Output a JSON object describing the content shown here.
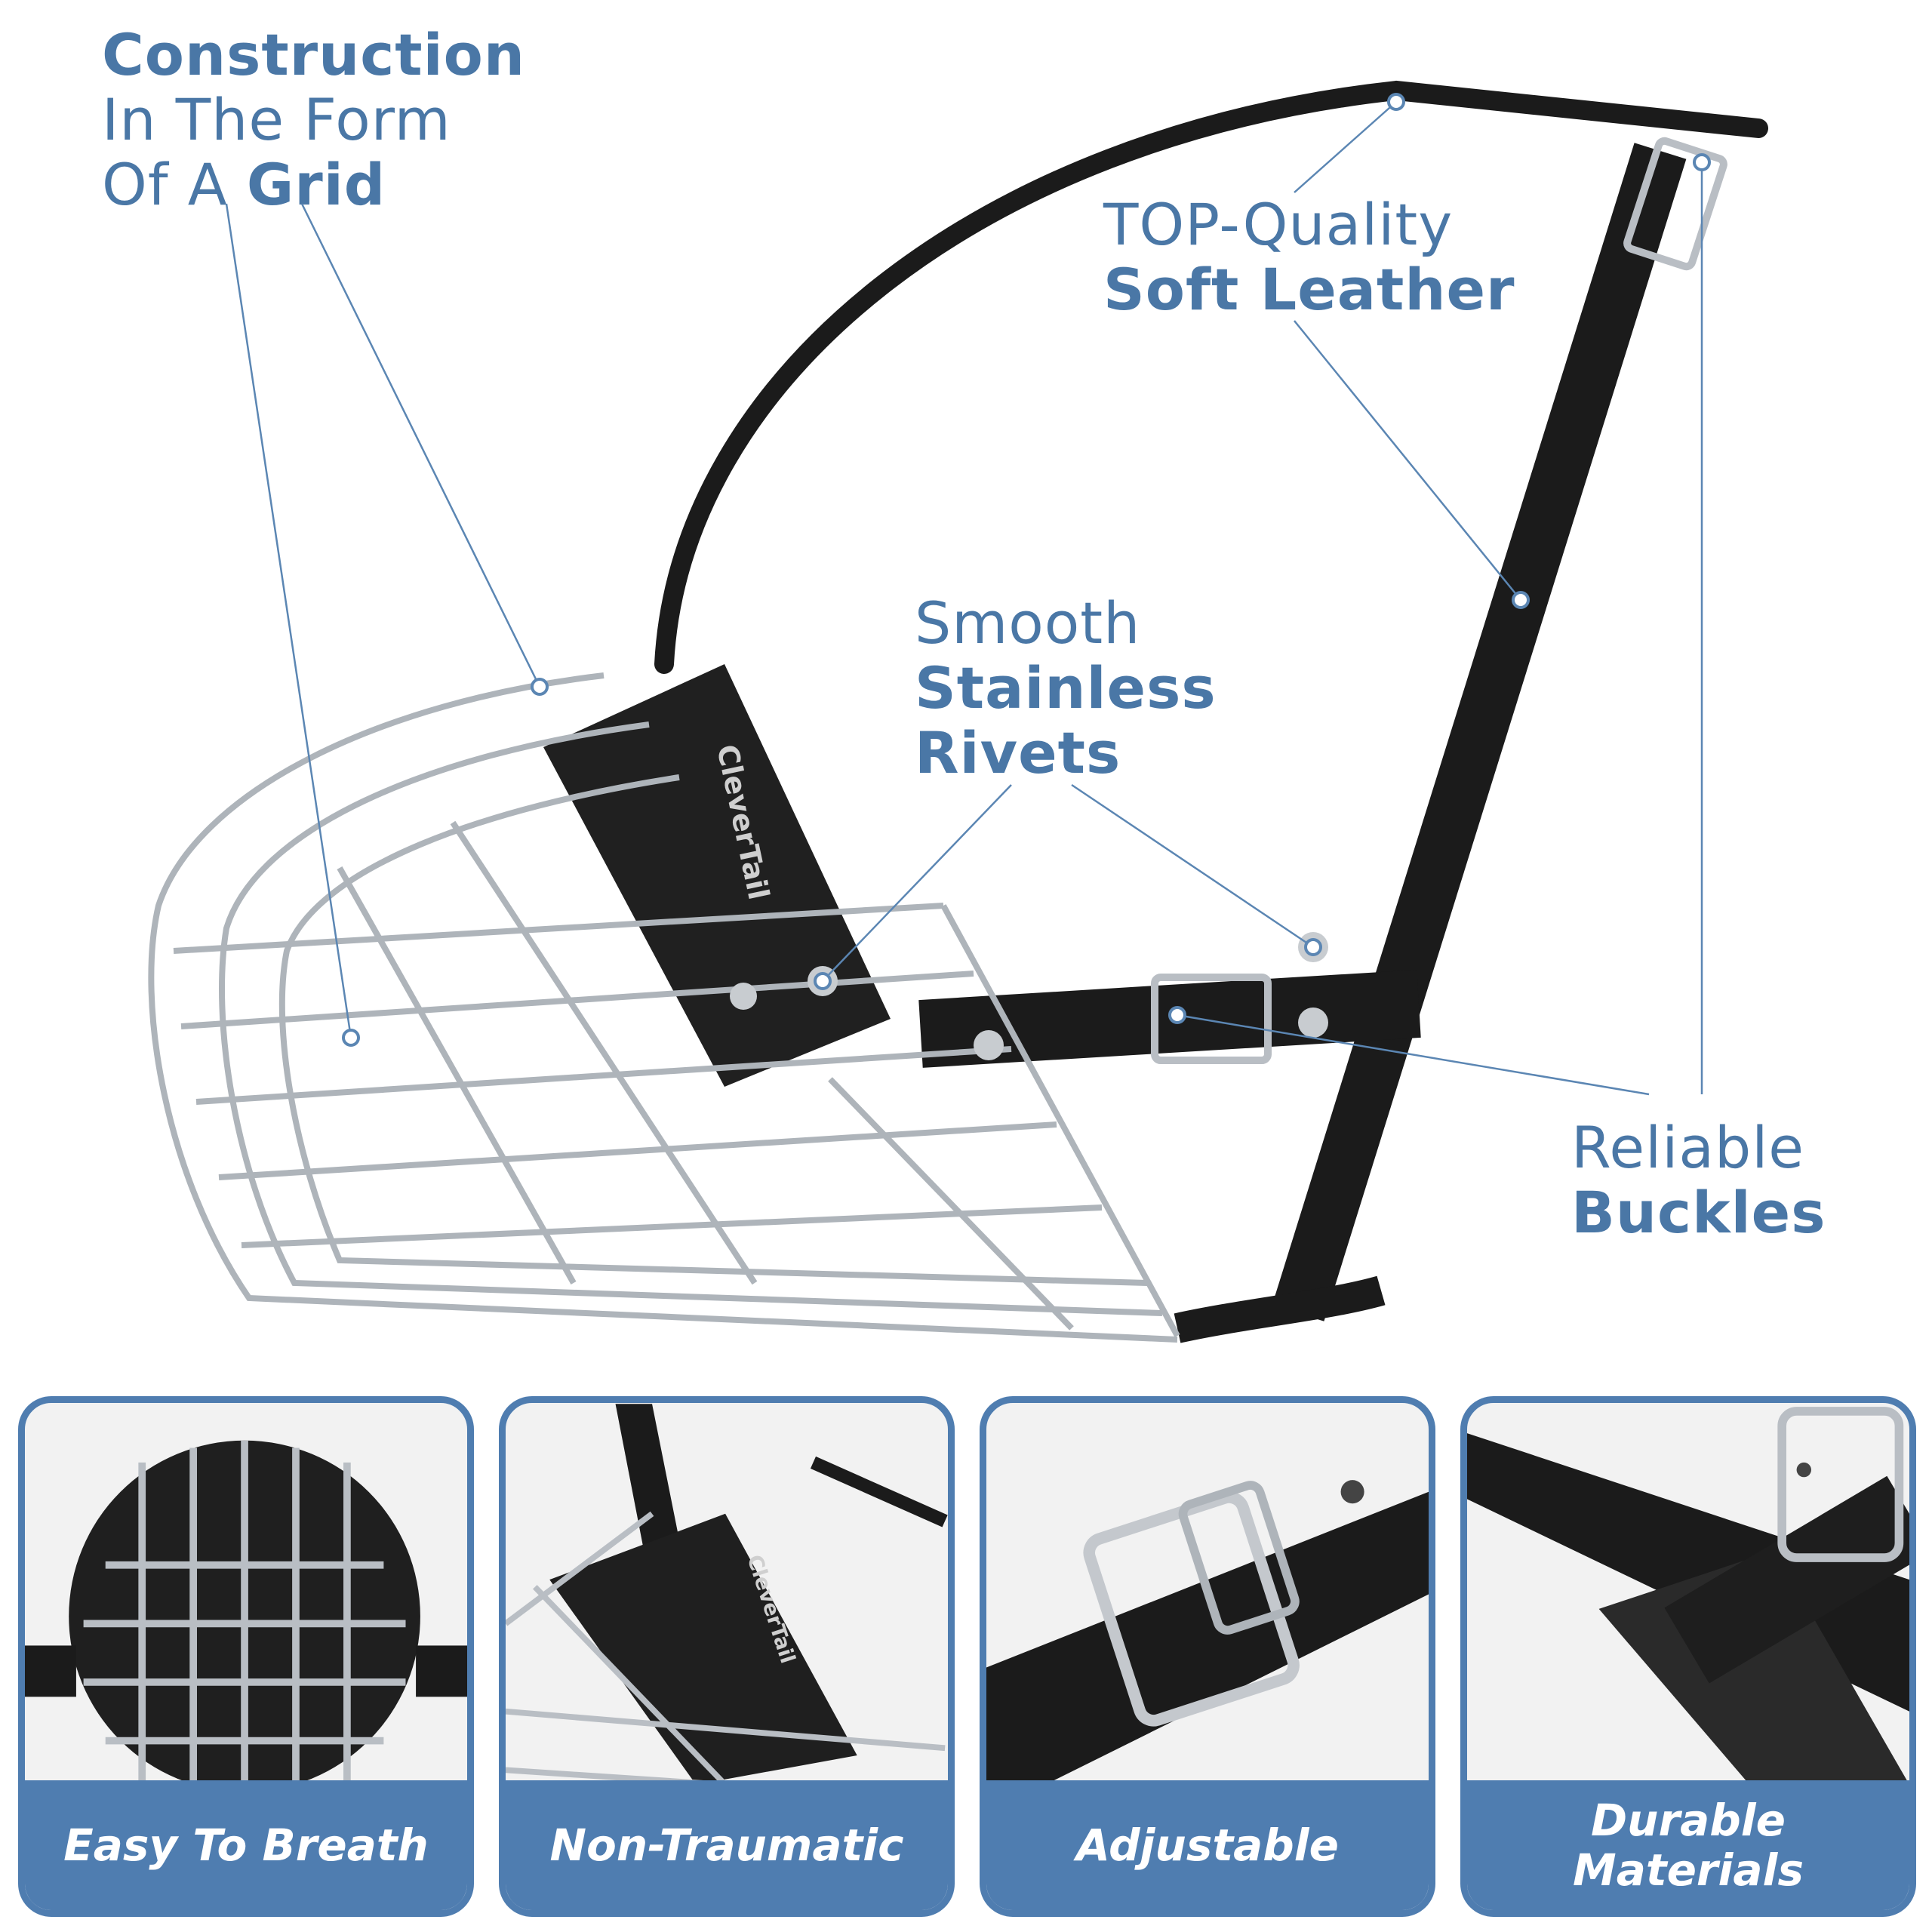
{
  "callouts": {
    "grid": {
      "line1": "Construction",
      "line2": "In The Form",
      "line3_regular": "Of A ",
      "line3_bold": "Grid"
    },
    "leather": {
      "line1": "TOP-Quality",
      "line2": "Soft Leather"
    },
    "rivets": {
      "line1": "Smooth",
      "line2": "Stainless",
      "line3": "Rivets"
    },
    "buckles": {
      "line1": "Reliable",
      "line2": "Buckles"
    }
  },
  "muzzle": {
    "brand": "CleverTail"
  },
  "panels": [
    {
      "label": "Easy To Breath",
      "icon": "front-view-cage-photo"
    },
    {
      "label": "Non-Traumatic",
      "icon": "padded-side-view-photo",
      "brand": "CleverTail"
    },
    {
      "label": "Adjustable",
      "icon": "buckle-closeup-photo"
    },
    {
      "label_line1": "Durable",
      "label_line2": "Materials",
      "icon": "leather-strap-closeup-photo"
    }
  ],
  "colors": {
    "accent": "#4a77a6",
    "panel_blue": "#4f7db0",
    "leather": "#1b1b1b",
    "chrome": "#b9bec4"
  }
}
